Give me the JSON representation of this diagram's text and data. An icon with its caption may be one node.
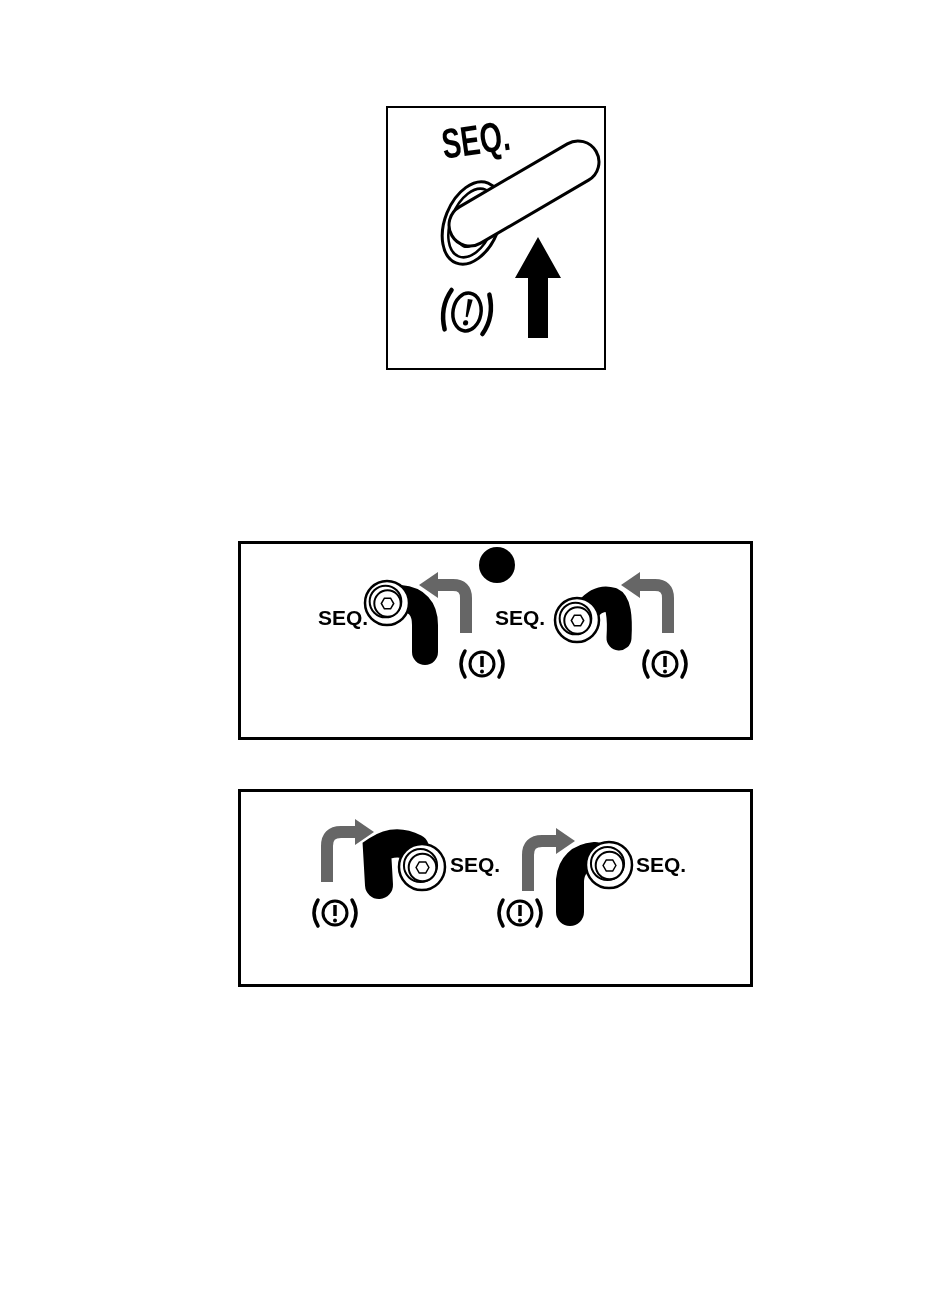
{
  "diagram": {
    "nodes": [
      {
        "text": [
          "SEQ."
        ]
      },
      {
        "text": [
          "SEQ.",
          "SEQ."
        ]
      },
      {
        "text": [
          "SEQ.",
          "SEQ."
        ]
      }
    ]
  }
}
